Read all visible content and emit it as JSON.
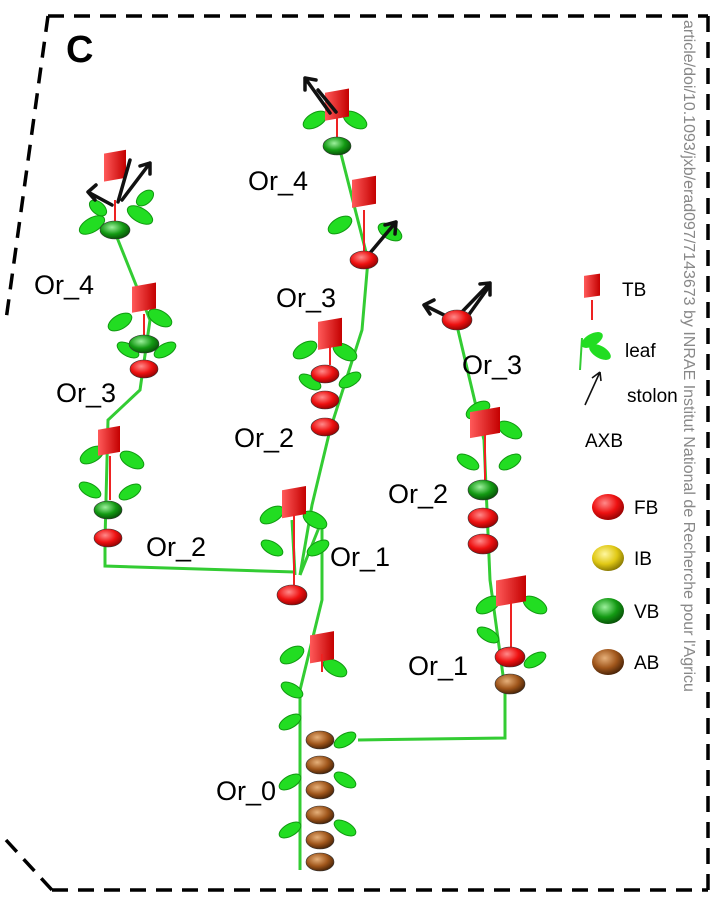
{
  "panel_label": "C",
  "watermark": "article/doi/10.1093/jxb/erad097/7143673 by INRAE Institut National de Recherche pour l'Agricu",
  "order_labels": {
    "left_or4": "Or_4",
    "left_or3": "Or_3",
    "left_or2": "Or_2",
    "mid_or4": "Or_4",
    "mid_or3": "Or_3",
    "mid_or2": "Or_2",
    "mid_or1": "Or_1",
    "right_or3": "Or_3",
    "right_or2": "Or_2",
    "right_or1": "Or_1",
    "main_or0": "Or_0"
  },
  "legend": {
    "tb": "TB",
    "leaf": "leaf",
    "stolon": "stolon",
    "axb_title": "AXB",
    "fb": "FB",
    "ib": "IB",
    "vb": "VB",
    "ab": "AB"
  },
  "colors": {
    "stem": "#33cc33",
    "leaf": "#22dd22",
    "fb": "#ee1111",
    "ib": "#e8d21a",
    "vb": "#11aa11",
    "ab": "#a0561b",
    "tb": "#ee1a1a"
  }
}
